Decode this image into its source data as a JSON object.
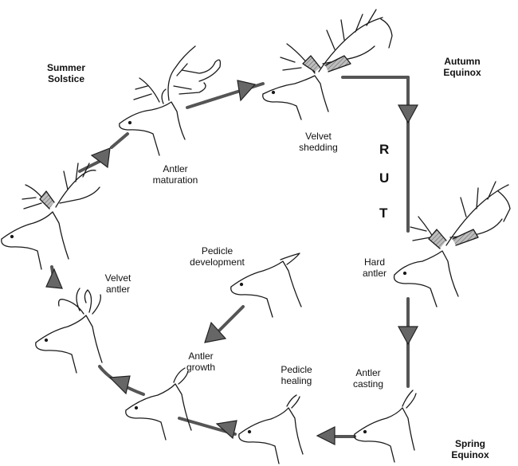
{
  "seasons": {
    "summer": "Summer\nSolstice",
    "autumn": "Autumn\nEquinox",
    "spring": "Spring\nEquinox"
  },
  "rut": [
    "R",
    "U",
    "T"
  ],
  "stages": {
    "antler_maturation": "Antler\nmaturation",
    "velvet_shedding": "Velvet\nshedding",
    "hard_antler": "Hard\nantler",
    "antler_casting": "Antler\ncasting",
    "pedicle_healing": "Pedicle\nhealing",
    "antler_growth": "Antler\ngrowth",
    "pedicle_development": "Pedicle\ndevelopment",
    "velvet_antler": "Velvet\nantler"
  },
  "colors": {
    "arrow_line": "#555555",
    "arrow_head": "#666666",
    "ink": "#1a1a1a"
  }
}
